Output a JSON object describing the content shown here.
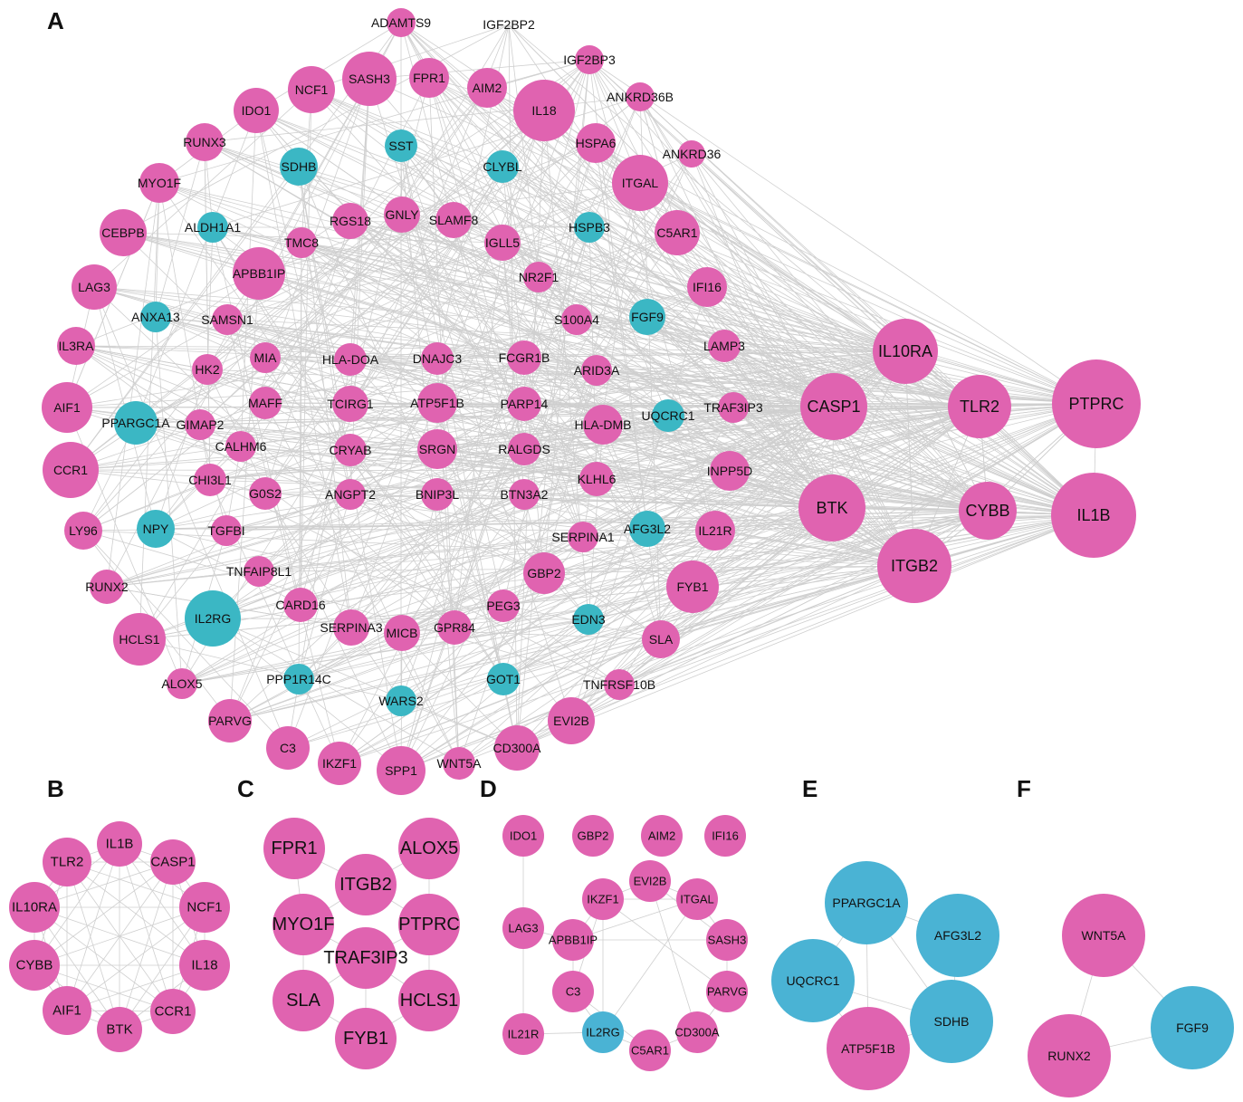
{
  "colors": {
    "pink": "#E063B0",
    "teal": "#3BB7C4",
    "teal_small": "#4AB3D4",
    "edge": "#cfcfcf"
  },
  "panels": [
    {
      "id": "A",
      "letter": "A"
    },
    {
      "id": "B",
      "letter": "B"
    },
    {
      "id": "C",
      "letter": "C"
    },
    {
      "id": "D",
      "letter": "D"
    },
    {
      "id": "E",
      "letter": "E"
    },
    {
      "id": "F",
      "letter": "F"
    }
  ],
  "networks": {
    "A": {
      "nodes": [
        {
          "id": "ADAMTS9",
          "label": "ADAMTS9",
          "color": "pink"
        },
        {
          "id": "IGF2BP2",
          "label": "IGF2BP2",
          "color": "pink"
        },
        {
          "id": "IGF2BP3",
          "label": "IGF2BP3",
          "color": "pink"
        },
        {
          "id": "ANKRD36B",
          "label": "ANKRD36B",
          "color": "pink"
        },
        {
          "id": "ANKRD36",
          "label": "ANKRD36",
          "color": "pink"
        },
        {
          "id": "NCF1",
          "label": "NCF1",
          "color": "pink"
        },
        {
          "id": "SASH3",
          "label": "SASH3",
          "color": "pink"
        },
        {
          "id": "FPR1",
          "label": "FPR1",
          "color": "pink"
        },
        {
          "id": "AIM2",
          "label": "AIM2",
          "color": "pink"
        },
        {
          "id": "IL18",
          "label": "IL18",
          "color": "pink"
        },
        {
          "id": "IDO1",
          "label": "IDO1",
          "color": "pink"
        },
        {
          "id": "HSPA6",
          "label": "HSPA6",
          "color": "pink"
        },
        {
          "id": "RUNX3",
          "label": "RUNX3",
          "color": "pink"
        },
        {
          "id": "SST",
          "label": "SST",
          "color": "teal"
        },
        {
          "id": "SDHB",
          "label": "SDHB",
          "color": "teal"
        },
        {
          "id": "CLYBL",
          "label": "CLYBL",
          "color": "teal"
        },
        {
          "id": "ITGAL",
          "label": "ITGAL",
          "color": "pink"
        },
        {
          "id": "MYO1F",
          "label": "MYO1F",
          "color": "pink"
        },
        {
          "id": "CEBPB",
          "label": "CEBPB",
          "color": "pink"
        },
        {
          "id": "ALDH1A1",
          "label": "ALDH1A1",
          "color": "teal"
        },
        {
          "id": "RGS18",
          "label": "RGS18",
          "color": "pink"
        },
        {
          "id": "GNLY",
          "label": "GNLY",
          "color": "pink"
        },
        {
          "id": "SLAMF8",
          "label": "SLAMF8",
          "color": "pink"
        },
        {
          "id": "HSPB3",
          "label": "HSPB3",
          "color": "teal"
        },
        {
          "id": "C5AR1",
          "label": "C5AR1",
          "color": "pink"
        },
        {
          "id": "TMC8",
          "label": "TMC8",
          "color": "pink"
        },
        {
          "id": "IGLL5",
          "label": "IGLL5",
          "color": "pink"
        },
        {
          "id": "LAG3",
          "label": "LAG3",
          "color": "pink"
        },
        {
          "id": "APBB1IP",
          "label": "APBB1IP",
          "color": "pink"
        },
        {
          "id": "NR2F1",
          "label": "NR2F1",
          "color": "pink"
        },
        {
          "id": "IFI16",
          "label": "IFI16",
          "color": "pink"
        },
        {
          "id": "ANXA13",
          "label": "ANXA13",
          "color": "teal"
        },
        {
          "id": "SAMSN1",
          "label": "SAMSN1",
          "color": "pink"
        },
        {
          "id": "S100A4",
          "label": "S100A4",
          "color": "pink"
        },
        {
          "id": "FGF9",
          "label": "FGF9",
          "color": "teal"
        },
        {
          "id": "IL3RA",
          "label": "IL3RA",
          "color": "pink"
        },
        {
          "id": "MIA",
          "label": "MIA",
          "color": "pink"
        },
        {
          "id": "HLA-DOA",
          "label": "HLA-DOA",
          "color": "pink"
        },
        {
          "id": "DNAJC3",
          "label": "DNAJC3",
          "color": "pink"
        },
        {
          "id": "FCGR1B",
          "label": "FCGR1B",
          "color": "pink"
        },
        {
          "id": "LAMP3",
          "label": "LAMP3",
          "color": "pink"
        },
        {
          "id": "IL10RA",
          "label": "IL10RA",
          "color": "pink"
        },
        {
          "id": "HK2",
          "label": "HK2",
          "color": "pink"
        },
        {
          "id": "ARID3A",
          "label": "ARID3A",
          "color": "pink"
        },
        {
          "id": "AIF1",
          "label": "AIF1",
          "color": "pink"
        },
        {
          "id": "MAFF",
          "label": "MAFF",
          "color": "pink"
        },
        {
          "id": "TCIRG1",
          "label": "TCIRG1",
          "color": "pink"
        },
        {
          "id": "ATP5F1B",
          "label": "ATP5F1B",
          "color": "pink"
        },
        {
          "id": "PARP14",
          "label": "PARP14",
          "color": "pink"
        },
        {
          "id": "UQCRC1",
          "label": "UQCRC1",
          "color": "teal"
        },
        {
          "id": "TRAF3IP3",
          "label": "TRAF3IP3",
          "color": "pink"
        },
        {
          "id": "CASP1",
          "label": "CASP1",
          "color": "pink"
        },
        {
          "id": "TLR2",
          "label": "TLR2",
          "color": "pink"
        },
        {
          "id": "PTPRC",
          "label": "PTPRC",
          "color": "pink"
        },
        {
          "id": "PPARGC1A",
          "label": "PPARGC1A",
          "color": "teal"
        },
        {
          "id": "GIMAP2",
          "label": "GIMAP2",
          "color": "pink"
        },
        {
          "id": "HLA-DMB",
          "label": "HLA-DMB",
          "color": "pink"
        },
        {
          "id": "CALHM6",
          "label": "CALHM6",
          "color": "pink"
        },
        {
          "id": "CRYAB",
          "label": "CRYAB",
          "color": "pink"
        },
        {
          "id": "SRGN",
          "label": "SRGN",
          "color": "pink"
        },
        {
          "id": "RALGDS",
          "label": "RALGDS",
          "color": "pink"
        },
        {
          "id": "CCR1",
          "label": "CCR1",
          "color": "pink"
        },
        {
          "id": "CHI3L1",
          "label": "CHI3L1",
          "color": "pink"
        },
        {
          "id": "KLHL6",
          "label": "KLHL6",
          "color": "pink"
        },
        {
          "id": "INPP5D",
          "label": "INPP5D",
          "color": "pink"
        },
        {
          "id": "G0S2",
          "label": "G0S2",
          "color": "pink"
        },
        {
          "id": "ANGPT2",
          "label": "ANGPT2",
          "color": "pink"
        },
        {
          "id": "BNIP3L",
          "label": "BNIP3L",
          "color": "pink"
        },
        {
          "id": "BTN3A2",
          "label": "BTN3A2",
          "color": "pink"
        },
        {
          "id": "BTK",
          "label": "BTK",
          "color": "pink"
        },
        {
          "id": "CYBB",
          "label": "CYBB",
          "color": "pink"
        },
        {
          "id": "IL1B",
          "label": "IL1B",
          "color": "pink"
        },
        {
          "id": "LY96",
          "label": "LY96",
          "color": "pink"
        },
        {
          "id": "NPY",
          "label": "NPY",
          "color": "teal"
        },
        {
          "id": "TGFBI",
          "label": "TGFBI",
          "color": "pink"
        },
        {
          "id": "SERPINA1",
          "label": "SERPINA1",
          "color": "pink"
        },
        {
          "id": "AFG3L2",
          "label": "AFG3L2",
          "color": "teal"
        },
        {
          "id": "IL21R",
          "label": "IL21R",
          "color": "pink"
        },
        {
          "id": "TNFAIP8L1",
          "label": "TNFAIP8L1",
          "color": "pink"
        },
        {
          "id": "ITGB2",
          "label": "ITGB2",
          "color": "pink"
        },
        {
          "id": "RUNX2",
          "label": "RUNX2",
          "color": "pink"
        },
        {
          "id": "GBP2",
          "label": "GBP2",
          "color": "pink"
        },
        {
          "id": "FYB1",
          "label": "FYB1",
          "color": "pink"
        },
        {
          "id": "IL2RG",
          "label": "IL2RG",
          "color": "teal"
        },
        {
          "id": "CARD16",
          "label": "CARD16",
          "color": "pink"
        },
        {
          "id": "PEG3",
          "label": "PEG3",
          "color": "pink"
        },
        {
          "id": "SERPINA3",
          "label": "SERPINA3",
          "color": "pink"
        },
        {
          "id": "EDN3",
          "label": "EDN3",
          "color": "teal"
        },
        {
          "id": "HCLS1",
          "label": "HCLS1",
          "color": "pink"
        },
        {
          "id": "MICB",
          "label": "MICB",
          "color": "pink"
        },
        {
          "id": "GPR84",
          "label": "GPR84",
          "color": "pink"
        },
        {
          "id": "SLA",
          "label": "SLA",
          "color": "pink"
        },
        {
          "id": "ALOX5",
          "label": "ALOX5",
          "color": "pink"
        },
        {
          "id": "PPP1R14C",
          "label": "PPP1R14C",
          "color": "teal"
        },
        {
          "id": "GOT1",
          "label": "GOT1",
          "color": "teal"
        },
        {
          "id": "TNFRSF10B",
          "label": "TNFRSF10B",
          "color": "pink"
        },
        {
          "id": "WARS2",
          "label": "WARS2",
          "color": "teal"
        },
        {
          "id": "PARVG",
          "label": "PARVG",
          "color": "pink"
        },
        {
          "id": "EVI2B",
          "label": "EVI2B",
          "color": "pink"
        },
        {
          "id": "C3",
          "label": "C3",
          "color": "pink"
        },
        {
          "id": "CD300A",
          "label": "CD300A",
          "color": "pink"
        },
        {
          "id": "IKZF1",
          "label": "IKZF1",
          "color": "pink"
        },
        {
          "id": "SPP1",
          "label": "SPP1",
          "color": "pink"
        },
        {
          "id": "WNT5A",
          "label": "WNT5A",
          "color": "pink"
        }
      ]
    },
    "B": {
      "nodes": [
        {
          "id": "IL1B",
          "label": "IL1B",
          "color": "pink"
        },
        {
          "id": "CASP1",
          "label": "CASP1",
          "color": "pink"
        },
        {
          "id": "NCF1",
          "label": "NCF1",
          "color": "pink"
        },
        {
          "id": "IL18",
          "label": "IL18",
          "color": "pink"
        },
        {
          "id": "CCR1",
          "label": "CCR1",
          "color": "pink"
        },
        {
          "id": "BTK",
          "label": "BTK",
          "color": "pink"
        },
        {
          "id": "AIF1",
          "label": "AIF1",
          "color": "pink"
        },
        {
          "id": "CYBB",
          "label": "CYBB",
          "color": "pink"
        },
        {
          "id": "IL10RA",
          "label": "IL10RA",
          "color": "pink"
        },
        {
          "id": "TLR2",
          "label": "TLR2",
          "color": "pink"
        }
      ]
    },
    "C": {
      "nodes": [
        {
          "id": "FPR1",
          "label": "FPR1",
          "color": "pink"
        },
        {
          "id": "ALOX5",
          "label": "ALOX5",
          "color": "pink"
        },
        {
          "id": "ITGB2",
          "label": "ITGB2",
          "color": "pink"
        },
        {
          "id": "MYO1F",
          "label": "MYO1F",
          "color": "pink"
        },
        {
          "id": "PTPRC",
          "label": "PTPRC",
          "color": "pink"
        },
        {
          "id": "TRAF3IP3",
          "label": "TRAF3IP3",
          "color": "pink"
        },
        {
          "id": "SLA",
          "label": "SLA",
          "color": "pink"
        },
        {
          "id": "HCLS1",
          "label": "HCLS1",
          "color": "pink"
        },
        {
          "id": "FYB1",
          "label": "FYB1",
          "color": "pink"
        }
      ]
    },
    "D": {
      "nodes": [
        {
          "id": "IDO1",
          "label": "IDO1",
          "color": "pink"
        },
        {
          "id": "GBP2",
          "label": "GBP2",
          "color": "pink"
        },
        {
          "id": "AIM2",
          "label": "AIM2",
          "color": "pink"
        },
        {
          "id": "IFI16",
          "label": "IFI16",
          "color": "pink"
        },
        {
          "id": "IKZF1",
          "label": "IKZF1",
          "color": "pink"
        },
        {
          "id": "EVI2B",
          "label": "EVI2B",
          "color": "pink"
        },
        {
          "id": "ITGAL",
          "label": "ITGAL",
          "color": "pink"
        },
        {
          "id": "LAG3",
          "label": "LAG3",
          "color": "pink"
        },
        {
          "id": "APBB1IP",
          "label": "APBB1IP",
          "color": "pink"
        },
        {
          "id": "SASH3",
          "label": "SASH3",
          "color": "pink"
        },
        {
          "id": "C3",
          "label": "C3",
          "color": "pink"
        },
        {
          "id": "PARVG",
          "label": "PARVG",
          "color": "pink"
        },
        {
          "id": "IL21R",
          "label": "IL21R",
          "color": "pink"
        },
        {
          "id": "IL2RG",
          "label": "IL2RG",
          "color": "teal_small"
        },
        {
          "id": "C5AR1",
          "label": "C5AR1",
          "color": "pink"
        },
        {
          "id": "CD300A",
          "label": "CD300A",
          "color": "pink"
        }
      ]
    },
    "E": {
      "nodes": [
        {
          "id": "PPARGC1A",
          "label": "PPARGC1A",
          "color": "teal_small"
        },
        {
          "id": "AFG3L2",
          "label": "AFG3L2",
          "color": "teal_small"
        },
        {
          "id": "UQCRC1",
          "label": "UQCRC1",
          "color": "teal_small"
        },
        {
          "id": "SDHB",
          "label": "SDHB",
          "color": "teal_small"
        },
        {
          "id": "ATP5F1B",
          "label": "ATP5F1B",
          "color": "pink"
        }
      ]
    },
    "F": {
      "nodes": [
        {
          "id": "WNT5A",
          "label": "WNT5A",
          "color": "pink"
        },
        {
          "id": "FGF9",
          "label": "FGF9",
          "color": "teal_small"
        },
        {
          "id": "RUNX2",
          "label": "RUNX2",
          "color": "pink"
        }
      ]
    }
  }
}
